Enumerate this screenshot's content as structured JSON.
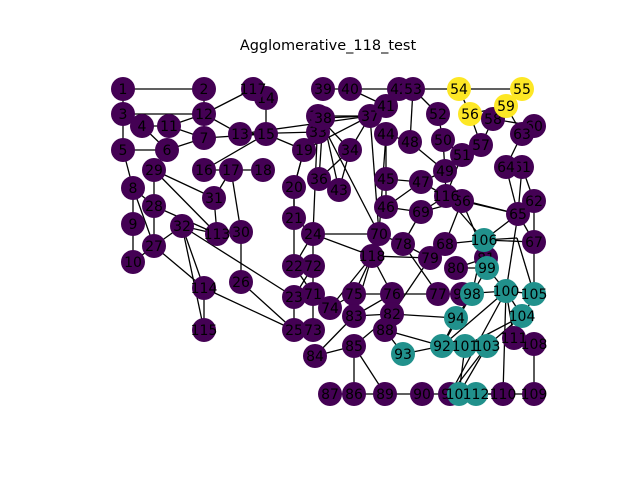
{
  "title": "Agglomerative_118_test",
  "colors": {
    "cluster_0": "#440154",
    "cluster_1": "#21918c",
    "cluster_2": "#fde725"
  },
  "graph": {
    "nodes": [
      {
        "id": "1",
        "cluster": 0
      },
      {
        "id": "2",
        "cluster": 0
      },
      {
        "id": "3",
        "cluster": 0
      },
      {
        "id": "4",
        "cluster": 0
      },
      {
        "id": "5",
        "cluster": 0
      },
      {
        "id": "6",
        "cluster": 0
      },
      {
        "id": "7",
        "cluster": 0
      },
      {
        "id": "8",
        "cluster": 0
      },
      {
        "id": "9",
        "cluster": 0
      },
      {
        "id": "10",
        "cluster": 0
      },
      {
        "id": "11",
        "cluster": 0
      },
      {
        "id": "12",
        "cluster": 0
      },
      {
        "id": "13",
        "cluster": 0
      },
      {
        "id": "14",
        "cluster": 0
      },
      {
        "id": "15",
        "cluster": 0
      },
      {
        "id": "16",
        "cluster": 0
      },
      {
        "id": "17",
        "cluster": 0
      },
      {
        "id": "18",
        "cluster": 0
      },
      {
        "id": "19",
        "cluster": 0
      },
      {
        "id": "20",
        "cluster": 0
      },
      {
        "id": "21",
        "cluster": 0
      },
      {
        "id": "22",
        "cluster": 0
      },
      {
        "id": "23",
        "cluster": 0
      },
      {
        "id": "24",
        "cluster": 0
      },
      {
        "id": "25",
        "cluster": 0
      },
      {
        "id": "26",
        "cluster": 0
      },
      {
        "id": "27",
        "cluster": 0
      },
      {
        "id": "28",
        "cluster": 0
      },
      {
        "id": "29",
        "cluster": 0
      },
      {
        "id": "30",
        "cluster": 0
      },
      {
        "id": "31",
        "cluster": 0
      },
      {
        "id": "32",
        "cluster": 0
      },
      {
        "id": "33",
        "cluster": 0
      },
      {
        "id": "34",
        "cluster": 0
      },
      {
        "id": "35",
        "cluster": 0
      },
      {
        "id": "36",
        "cluster": 0
      },
      {
        "id": "37",
        "cluster": 0
      },
      {
        "id": "38",
        "cluster": 0
      },
      {
        "id": "39",
        "cluster": 0
      },
      {
        "id": "40",
        "cluster": 0
      },
      {
        "id": "41",
        "cluster": 0
      },
      {
        "id": "42",
        "cluster": 0
      },
      {
        "id": "43",
        "cluster": 0
      },
      {
        "id": "44",
        "cluster": 0
      },
      {
        "id": "45",
        "cluster": 0
      },
      {
        "id": "46",
        "cluster": 0
      },
      {
        "id": "47",
        "cluster": 0
      },
      {
        "id": "48",
        "cluster": 0
      },
      {
        "id": "49",
        "cluster": 0
      },
      {
        "id": "50",
        "cluster": 0
      },
      {
        "id": "51",
        "cluster": 0
      },
      {
        "id": "52",
        "cluster": 0
      },
      {
        "id": "53",
        "cluster": 0
      },
      {
        "id": "54",
        "cluster": 2
      },
      {
        "id": "55",
        "cluster": 2
      },
      {
        "id": "56",
        "cluster": 2
      },
      {
        "id": "57",
        "cluster": 0
      },
      {
        "id": "58",
        "cluster": 0
      },
      {
        "id": "59",
        "cluster": 2
      },
      {
        "id": "60",
        "cluster": 0
      },
      {
        "id": "61",
        "cluster": 0
      },
      {
        "id": "62",
        "cluster": 0
      },
      {
        "id": "63",
        "cluster": 0
      },
      {
        "id": "64",
        "cluster": 0
      },
      {
        "id": "65",
        "cluster": 0
      },
      {
        "id": "66",
        "cluster": 0
      },
      {
        "id": "67",
        "cluster": 0
      },
      {
        "id": "68",
        "cluster": 0
      },
      {
        "id": "69",
        "cluster": 0
      },
      {
        "id": "70",
        "cluster": 0
      },
      {
        "id": "71",
        "cluster": 0
      },
      {
        "id": "72",
        "cluster": 0
      },
      {
        "id": "73",
        "cluster": 0
      },
      {
        "id": "74",
        "cluster": 0
      },
      {
        "id": "75",
        "cluster": 0
      },
      {
        "id": "76",
        "cluster": 0
      },
      {
        "id": "77",
        "cluster": 0
      },
      {
        "id": "78",
        "cluster": 0
      },
      {
        "id": "79",
        "cluster": 0
      },
      {
        "id": "80",
        "cluster": 0
      },
      {
        "id": "81",
        "cluster": 0
      },
      {
        "id": "82",
        "cluster": 0
      },
      {
        "id": "83",
        "cluster": 0
      },
      {
        "id": "84",
        "cluster": 0
      },
      {
        "id": "85",
        "cluster": 0
      },
      {
        "id": "86",
        "cluster": 0
      },
      {
        "id": "87",
        "cluster": 0
      },
      {
        "id": "88",
        "cluster": 0
      },
      {
        "id": "89",
        "cluster": 0
      },
      {
        "id": "90",
        "cluster": 0
      },
      {
        "id": "91",
        "cluster": 0
      },
      {
        "id": "92",
        "cluster": 1
      },
      {
        "id": "93",
        "cluster": 1
      },
      {
        "id": "94",
        "cluster": 1
      },
      {
        "id": "97",
        "cluster": 0
      },
      {
        "id": "98",
        "cluster": 1
      },
      {
        "id": "99",
        "cluster": 1
      },
      {
        "id": "100",
        "cluster": 1
      },
      {
        "id": "101",
        "cluster": 1
      },
      {
        "id": "102",
        "cluster": 1
      },
      {
        "id": "103",
        "cluster": 1
      },
      {
        "id": "104",
        "cluster": 1
      },
      {
        "id": "105",
        "cluster": 1
      },
      {
        "id": "106",
        "cluster": 1
      },
      {
        "id": "108",
        "cluster": 0
      },
      {
        "id": "109",
        "cluster": 0
      },
      {
        "id": "110",
        "cluster": 0
      },
      {
        "id": "111",
        "cluster": 0
      },
      {
        "id": "112",
        "cluster": 1
      },
      {
        "id": "113",
        "cluster": 0
      },
      {
        "id": "114",
        "cluster": 0
      },
      {
        "id": "115",
        "cluster": 0
      },
      {
        "id": "116",
        "cluster": 0
      },
      {
        "id": "117",
        "cluster": 0
      },
      {
        "id": "118",
        "cluster": 0
      }
    ],
    "edges": [
      [
        "1",
        "2"
      ],
      [
        "1",
        "3"
      ],
      [
        "3",
        "4"
      ],
      [
        "3",
        "5"
      ],
      [
        "3",
        "12"
      ],
      [
        "4",
        "11"
      ],
      [
        "4",
        "6"
      ],
      [
        "5",
        "6"
      ],
      [
        "5",
        "8"
      ],
      [
        "6",
        "29"
      ],
      [
        "6",
        "7"
      ],
      [
        "2",
        "12"
      ],
      [
        "12",
        "11"
      ],
      [
        "11",
        "7"
      ],
      [
        "12",
        "7"
      ],
      [
        "12",
        "117"
      ],
      [
        "12",
        "13"
      ],
      [
        "13",
        "15"
      ],
      [
        "117",
        "14"
      ],
      [
        "14",
        "15"
      ],
      [
        "15",
        "16"
      ],
      [
        "15",
        "7"
      ],
      [
        "16",
        "17"
      ],
      [
        "17",
        "18"
      ],
      [
        "17",
        "31"
      ],
      [
        "17",
        "30"
      ],
      [
        "8",
        "9"
      ],
      [
        "9",
        "10"
      ],
      [
        "8",
        "28"
      ],
      [
        "8",
        "27"
      ],
      [
        "27",
        "10"
      ],
      [
        "27",
        "28"
      ],
      [
        "28",
        "29"
      ],
      [
        "29",
        "31"
      ],
      [
        "28",
        "113"
      ],
      [
        "27",
        "32"
      ],
      [
        "32",
        "113"
      ],
      [
        "113",
        "30"
      ],
      [
        "32",
        "114"
      ],
      [
        "32",
        "115"
      ],
      [
        "27",
        "114"
      ],
      [
        "114",
        "115"
      ],
      [
        "30",
        "26"
      ],
      [
        "26",
        "25"
      ],
      [
        "32",
        "23"
      ],
      [
        "114",
        "25"
      ],
      [
        "30",
        "113"
      ],
      [
        "31",
        "113"
      ],
      [
        "29",
        "113"
      ],
      [
        "15",
        "19"
      ],
      [
        "19",
        "20"
      ],
      [
        "19",
        "33"
      ],
      [
        "33",
        "35"
      ],
      [
        "35",
        "34"
      ],
      [
        "34",
        "36"
      ],
      [
        "36",
        "43"
      ],
      [
        "43",
        "34"
      ],
      [
        "33",
        "13"
      ],
      [
        "39",
        "40"
      ],
      [
        "40",
        "42"
      ],
      [
        "42",
        "53"
      ],
      [
        "53",
        "54"
      ],
      [
        "54",
        "55"
      ],
      [
        "54",
        "56"
      ],
      [
        "55",
        "59"
      ],
      [
        "59",
        "56"
      ],
      [
        "59",
        "58"
      ],
      [
        "58",
        "60"
      ],
      [
        "60",
        "63"
      ],
      [
        "63",
        "64"
      ],
      [
        "64",
        "61"
      ],
      [
        "61",
        "62"
      ],
      [
        "62",
        "65"
      ],
      [
        "65",
        "67"
      ],
      [
        "59",
        "63"
      ],
      [
        "56",
        "57"
      ],
      [
        "57",
        "51"
      ],
      [
        "51",
        "50"
      ],
      [
        "50",
        "52"
      ],
      [
        "52",
        "53"
      ],
      [
        "53",
        "48"
      ],
      [
        "48",
        "49"
      ],
      [
        "49",
        "50"
      ],
      [
        "49",
        "116"
      ],
      [
        "49",
        "47"
      ],
      [
        "47",
        "45"
      ],
      [
        "44",
        "45"
      ],
      [
        "44",
        "37"
      ],
      [
        "37",
        "41"
      ],
      [
        "41",
        "40"
      ],
      [
        "41",
        "42"
      ],
      [
        "37",
        "13"
      ],
      [
        "37",
        "19"
      ],
      [
        "37",
        "35"
      ],
      [
        "37",
        "34"
      ],
      [
        "38",
        "35"
      ],
      [
        "38",
        "37"
      ],
      [
        "20",
        "21"
      ],
      [
        "21",
        "24"
      ],
      [
        "24",
        "22"
      ],
      [
        "22",
        "72"
      ],
      [
        "72",
        "23"
      ],
      [
        "23",
        "25"
      ],
      [
        "25",
        "73"
      ],
      [
        "73",
        "71"
      ],
      [
        "71",
        "74"
      ],
      [
        "74",
        "75"
      ],
      [
        "71",
        "22"
      ],
      [
        "23",
        "71"
      ],
      [
        "21",
        "22"
      ],
      [
        "24",
        "70"
      ],
      [
        "70",
        "35"
      ],
      [
        "70",
        "118"
      ],
      [
        "118",
        "75"
      ],
      [
        "118",
        "83"
      ],
      [
        "83",
        "84"
      ],
      [
        "84",
        "85"
      ],
      [
        "85",
        "82"
      ],
      [
        "82",
        "83"
      ],
      [
        "75",
        "76"
      ],
      [
        "76",
        "77"
      ],
      [
        "77",
        "98"
      ],
      [
        "98",
        "97"
      ],
      [
        "98",
        "106"
      ],
      [
        "106",
        "107"
      ],
      [
        "107",
        "105"
      ],
      [
        "105",
        "100"
      ],
      [
        "100",
        "104"
      ],
      [
        "104",
        "103"
      ],
      [
        "103",
        "102"
      ],
      [
        "102",
        "101"
      ],
      [
        "101",
        "92"
      ],
      [
        "92",
        "93"
      ],
      [
        "92",
        "94"
      ],
      [
        "94",
        "98"
      ],
      [
        "100",
        "99"
      ],
      [
        "99",
        "80"
      ],
      [
        "80",
        "81"
      ],
      [
        "81",
        "66"
      ],
      [
        "66",
        "69"
      ],
      [
        "69",
        "78"
      ],
      [
        "78",
        "79"
      ],
      [
        "79",
        "68"
      ],
      [
        "68",
        "66"
      ],
      [
        "69",
        "46"
      ],
      [
        "69",
        "116"
      ],
      [
        "116",
        "65"
      ],
      [
        "65",
        "106"
      ],
      [
        "66",
        "65"
      ],
      [
        "68",
        "106"
      ],
      [
        "100",
        "91"
      ],
      [
        "100",
        "110"
      ],
      [
        "100",
        "92"
      ],
      [
        "100",
        "111"
      ],
      [
        "111",
        "108"
      ],
      [
        "108",
        "109"
      ],
      [
        "109",
        "110"
      ],
      [
        "110",
        "112"
      ],
      [
        "112",
        "91"
      ],
      [
        "91",
        "90"
      ],
      [
        "90",
        "89"
      ],
      [
        "89",
        "86"
      ],
      [
        "86",
        "87"
      ],
      [
        "85",
        "86"
      ],
      [
        "85",
        "89"
      ],
      [
        "82",
        "88"
      ],
      [
        "88",
        "93"
      ],
      [
        "88",
        "92"
      ],
      [
        "82",
        "94"
      ],
      [
        "83",
        "76"
      ],
      [
        "118",
        "76"
      ],
      [
        "70",
        "78"
      ],
      [
        "118",
        "79"
      ],
      [
        "79",
        "82"
      ],
      [
        "78",
        "77"
      ],
      [
        "24",
        "118"
      ],
      [
        "71",
        "24"
      ],
      [
        "74",
        "118"
      ],
      [
        "37",
        "70"
      ],
      [
        "44",
        "70"
      ],
      [
        "116",
        "106"
      ],
      [
        "65",
        "100"
      ],
      [
        "62",
        "105"
      ],
      [
        "67",
        "106"
      ],
      [
        "105",
        "111"
      ],
      [
        "104",
        "101"
      ],
      [
        "103",
        "91"
      ],
      [
        "102",
        "110"
      ],
      [
        "99",
        "92"
      ],
      [
        "97",
        "100"
      ],
      [
        "81",
        "99"
      ],
      [
        "36",
        "38"
      ],
      [
        "19",
        "38"
      ],
      [
        "43",
        "38"
      ],
      [
        "47",
        "116"
      ],
      [
        "46",
        "47"
      ],
      [
        "45",
        "46"
      ],
      [
        "44",
        "48"
      ],
      [
        "64",
        "65"
      ],
      [
        "61",
        "65"
      ],
      [
        "58",
        "57"
      ],
      [
        "51",
        "116"
      ],
      [
        "24",
        "35"
      ],
      [
        "20",
        "19"
      ],
      [
        "21",
        "20"
      ]
    ]
  }
}
